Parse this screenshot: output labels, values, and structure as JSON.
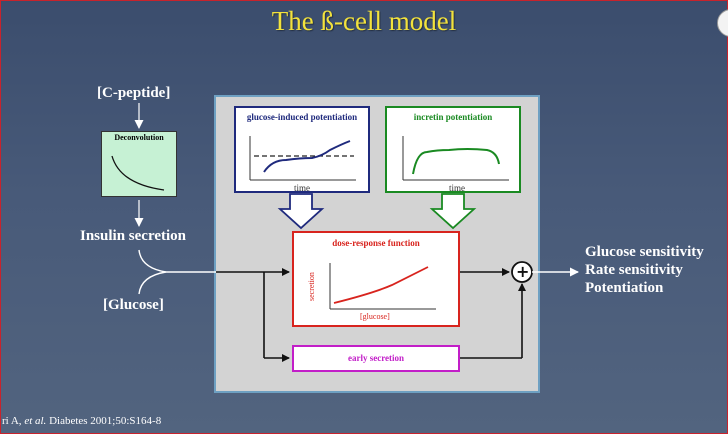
{
  "title": "The ß-cell model",
  "inputs": {
    "c_peptide": "[C-peptide]",
    "deconvolution": "Deconvolution",
    "insulin_secretion": "Insulin secretion",
    "glucose": "[Glucose]"
  },
  "blocks": {
    "glucose_potentiation": {
      "label": "glucose-induced potentiation",
      "xlabel": "time"
    },
    "incretin_potentiation": {
      "label": "incretin potentiation",
      "xlabel": "time"
    },
    "dose_response": {
      "label": "dose-response function",
      "xlabel": "[glucose]",
      "ylabel": "secretion"
    },
    "early_secretion": {
      "label": "early secretion"
    },
    "sum_symbol": "+"
  },
  "outputs": {
    "glucose_sensitivity": "Glucose sensitivity",
    "rate_sensitivity": "Rate sensitivity",
    "potentiation": "Potentiation"
  },
  "citation": {
    "prefix": "ri A, ",
    "etal": "et al.",
    "rest": " Diabetes 2001;50:S164-8"
  },
  "colors": {
    "title": "#f3e23c",
    "glucose_block": "#1f2a7d",
    "incretin_block": "#1a8a22",
    "dose_response_block": "#d8241e",
    "early_secretion_block": "#c21ec8",
    "deconvolution_fill": "#c6f1d4",
    "panel": "#d3d3d3"
  }
}
